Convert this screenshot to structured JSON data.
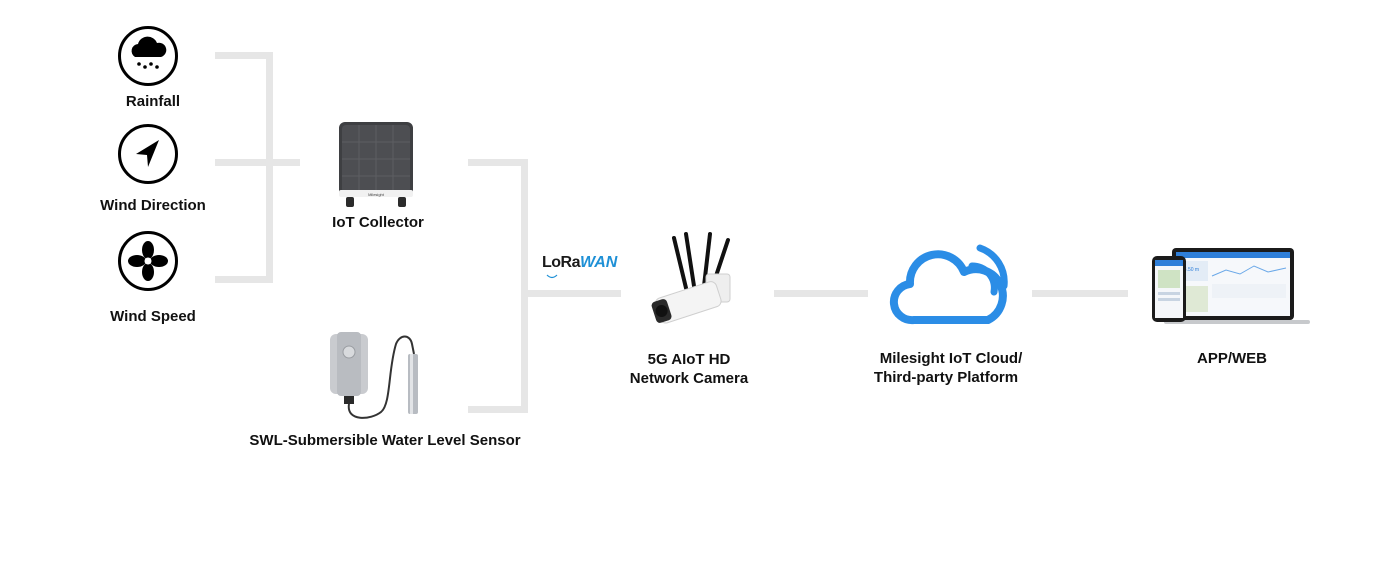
{
  "sensors": {
    "rainfall": {
      "label": "Rainfall",
      "icon": "rain-cloud-icon"
    },
    "wind_direction": {
      "label": "Wind Direction",
      "icon": "navigation-arrow-icon"
    },
    "wind_speed": {
      "label": "Wind Speed",
      "icon": "fan-icon"
    }
  },
  "devices": {
    "iot_collector": {
      "label": "IoT Collector",
      "brand": "Milesight"
    },
    "water_sensor": {
      "label": "SWL-Submersible Water Level Sensor"
    },
    "camera": {
      "label_line1": "5G AIoT HD",
      "label_line2": "Network Camera"
    },
    "cloud": {
      "label_line1": "Milesight IoT Cloud/",
      "label_line2": "Third-party Platform"
    },
    "app": {
      "label": "APP/WEB",
      "screen_value": "13.50 m"
    }
  },
  "protocol": {
    "lora": "LoRa",
    "wan": "WAN"
  },
  "colors": {
    "line": "#e6e6e6",
    "cloud": "#2b8de6",
    "lorawan_blue": "#1e90d6",
    "icon": "#000000"
  }
}
